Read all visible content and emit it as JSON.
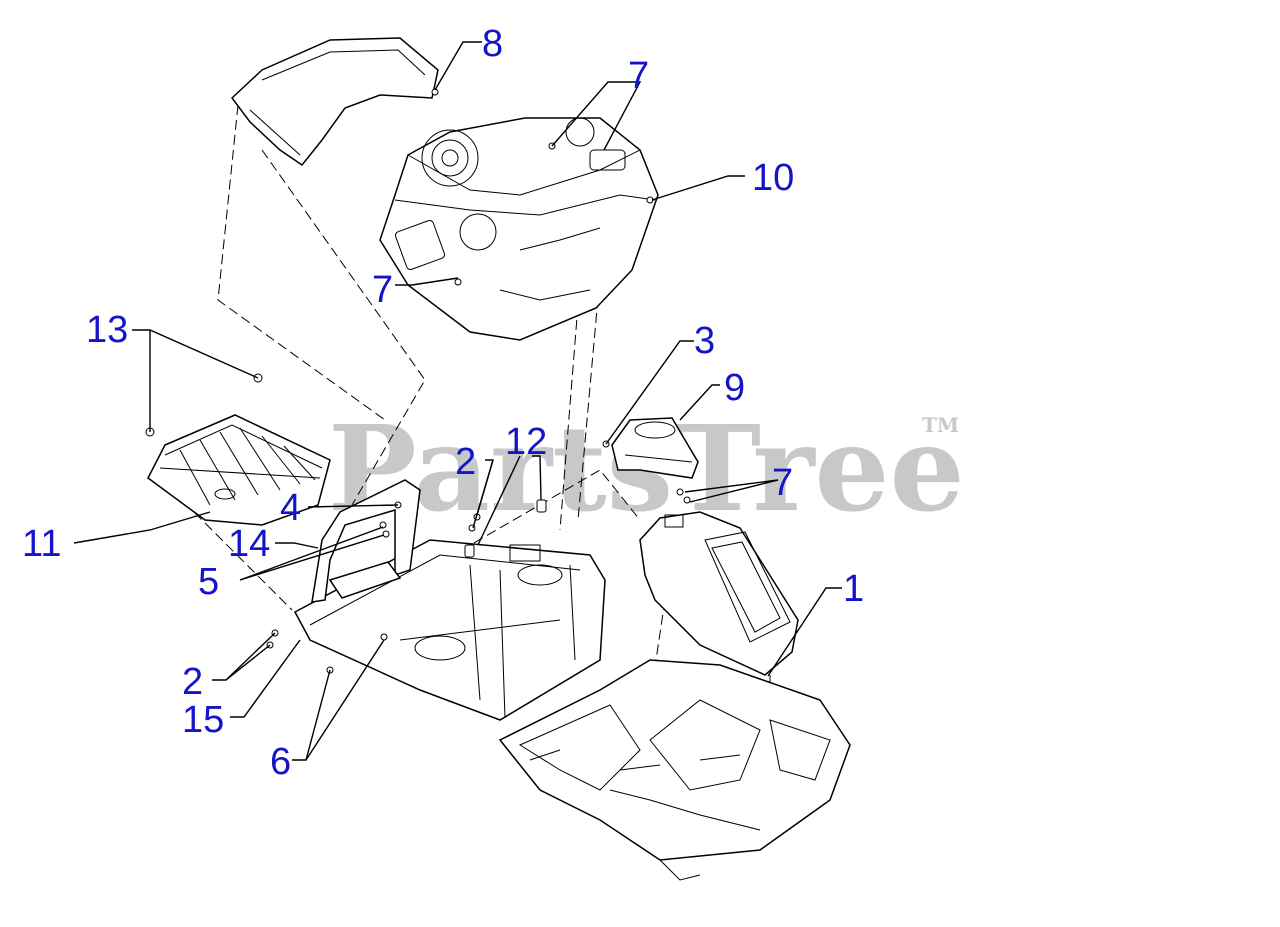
{
  "watermark": {
    "text": "PartsTree",
    "trademark": "TM",
    "color": "#c8c8c8"
  },
  "callout_color": "#1414c8",
  "callouts": {
    "c1": "1",
    "c2a": "2",
    "c2b": "2",
    "c3": "3",
    "c4": "4",
    "c5": "5",
    "c6": "6",
    "c7a": "7",
    "c7b": "7",
    "c7c": "7",
    "c8": "8",
    "c9": "9",
    "c10": "10",
    "c11": "11",
    "c12": "12",
    "c13": "13",
    "c14": "14",
    "c15": "15"
  }
}
